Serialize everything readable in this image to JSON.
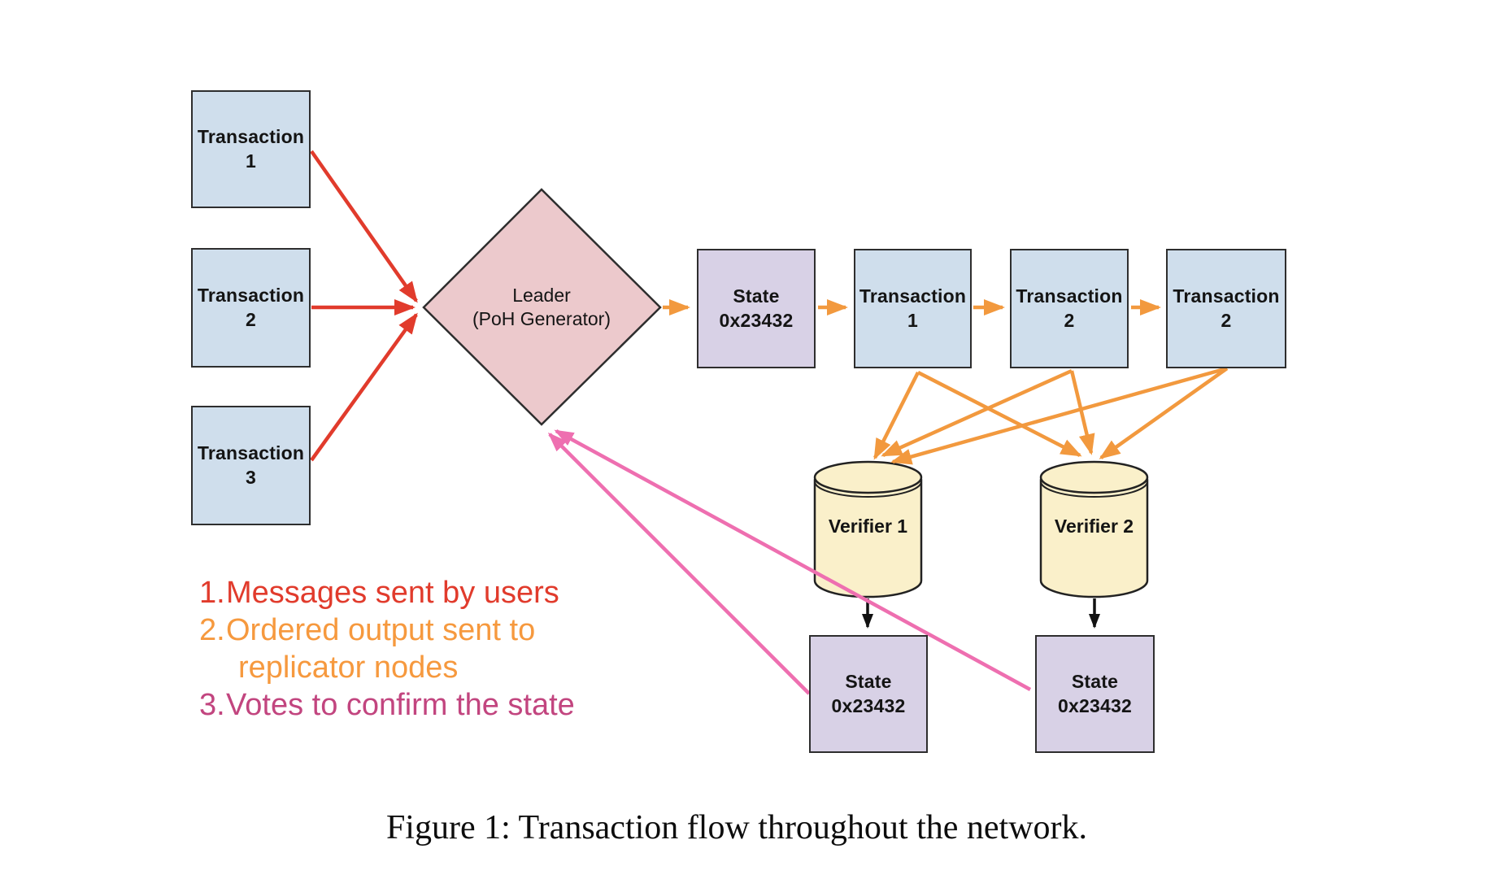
{
  "nodes": {
    "tx1": {
      "line1": "Transaction",
      "line2": "1"
    },
    "tx2": {
      "line1": "Transaction",
      "line2": "2"
    },
    "tx3": {
      "line1": "Transaction",
      "line2": "3"
    },
    "leader": {
      "line1": "Leader",
      "line2": "(PoH Generator)"
    },
    "state_top": {
      "line1": "State",
      "line2": "0x23432"
    },
    "tr1": {
      "line1": "Transaction",
      "line2": "1"
    },
    "tr2a": {
      "line1": "Transaction",
      "line2": "2"
    },
    "tr2b": {
      "line1": "Transaction",
      "line2": "2"
    },
    "verifier1": {
      "label": "Verifier 1"
    },
    "verifier2": {
      "label": "Verifier 2"
    },
    "state1": {
      "line1": "State",
      "line2": "0x23432"
    },
    "state2": {
      "line1": "State",
      "line2": "0x23432"
    }
  },
  "legend": {
    "items": [
      {
        "number": "1.",
        "text": "Messages sent by users",
        "color": "#e13b2c"
      },
      {
        "number": "2.",
        "text": "Ordered output sent to",
        "text2": "replicator nodes",
        "color": "#f6993e"
      },
      {
        "number": "3.",
        "text": "Votes to confirm the state",
        "color": "#c2457f"
      }
    ]
  },
  "caption": "Figure 1: Transaction flow throughout the network.",
  "colors": {
    "arrow_messages": "#e13b2c",
    "arrow_ordered_output": "#f2993e",
    "arrow_votes": "#ee6fb0",
    "arrow_state_write": "#111111",
    "fill_transaction": "#cfdeec",
    "fill_leader": "#ecc9cc",
    "fill_state": "#d8d1e6",
    "fill_verifier": "#faf0ca"
  }
}
